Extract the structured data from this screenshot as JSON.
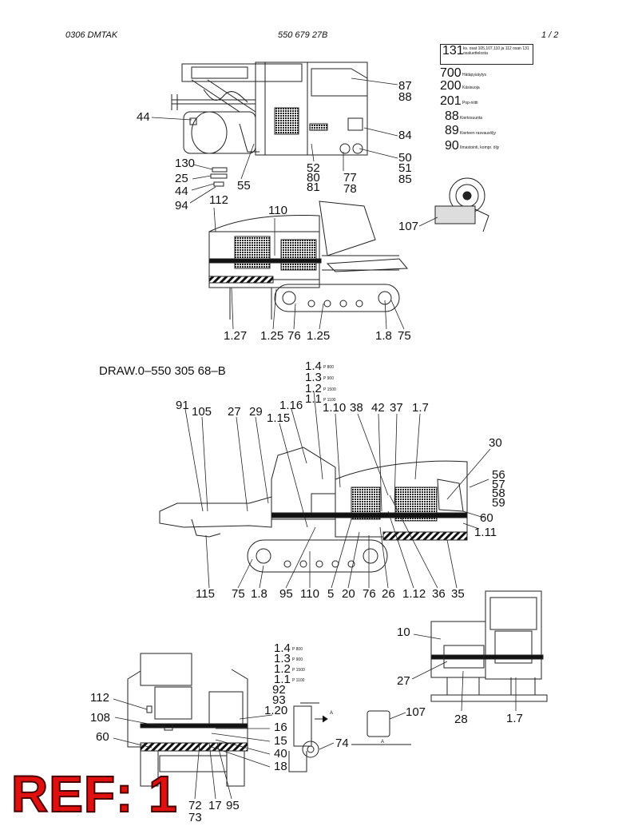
{
  "header": {
    "left": "0306   DMTAK",
    "center": "550 679 27B",
    "right": "1 /  2"
  },
  "legend": {
    "items": [
      {
        "num": "131",
        "text": "ks. osat 105,107,110 ja 112 osan 131 osaluettelosta"
      },
      {
        "num": "700",
        "text": "Hätäpysäytys"
      },
      {
        "num": "200",
        "text": "Käsisuoja"
      },
      {
        "num": "201",
        "text": "Pop-niitti"
      },
      {
        "num": "88",
        "text": "Kiertosuunta"
      },
      {
        "num": "89",
        "text": "Kierteen rasvausöljy"
      },
      {
        "num": "90",
        "text": "Ilmastointi, kompr. öljy"
      }
    ]
  },
  "draw_ref": "DRAW.0–550 305 68–B",
  "views": {
    "top": [
      "87",
      "88",
      "84",
      "44",
      "50",
      "51",
      "85",
      "130",
      "25",
      "44",
      "94",
      "52",
      "80",
      "81",
      "77",
      "78",
      "55"
    ],
    "side": [
      "112",
      "110",
      "107",
      "1.27",
      "1.25",
      "76",
      "1.25",
      "1.8",
      "75"
    ],
    "main": [
      "1.4",
      "1.3",
      "1.2",
      "1.1",
      "91",
      "105",
      "27",
      "29",
      "1.16",
      "1.15",
      "1.10",
      "38",
      "42",
      "37",
      "1.7",
      "30",
      "56",
      "57",
      "58",
      "59",
      "60",
      "1.11",
      "115",
      "75",
      "1.8",
      "95",
      "110",
      "5",
      "20",
      "76",
      "26",
      "1.12",
      "36",
      "35"
    ],
    "detail_right": [
      "10",
      "27",
      "28",
      "1.7"
    ],
    "front": [
      "1.4",
      "1.3",
      "1.2",
      "1.1",
      "92",
      "93",
      "1.20",
      "112",
      "108",
      "60",
      "16",
      "15",
      "40",
      "18",
      "74",
      "107",
      "72",
      "73",
      "17",
      "95"
    ]
  },
  "pressure_tags": [
    "P 800",
    "P 900",
    "P 1500",
    "P 1100"
  ],
  "section_marks": [
    "A",
    "A"
  ],
  "ref_stamp": "REF: 1"
}
